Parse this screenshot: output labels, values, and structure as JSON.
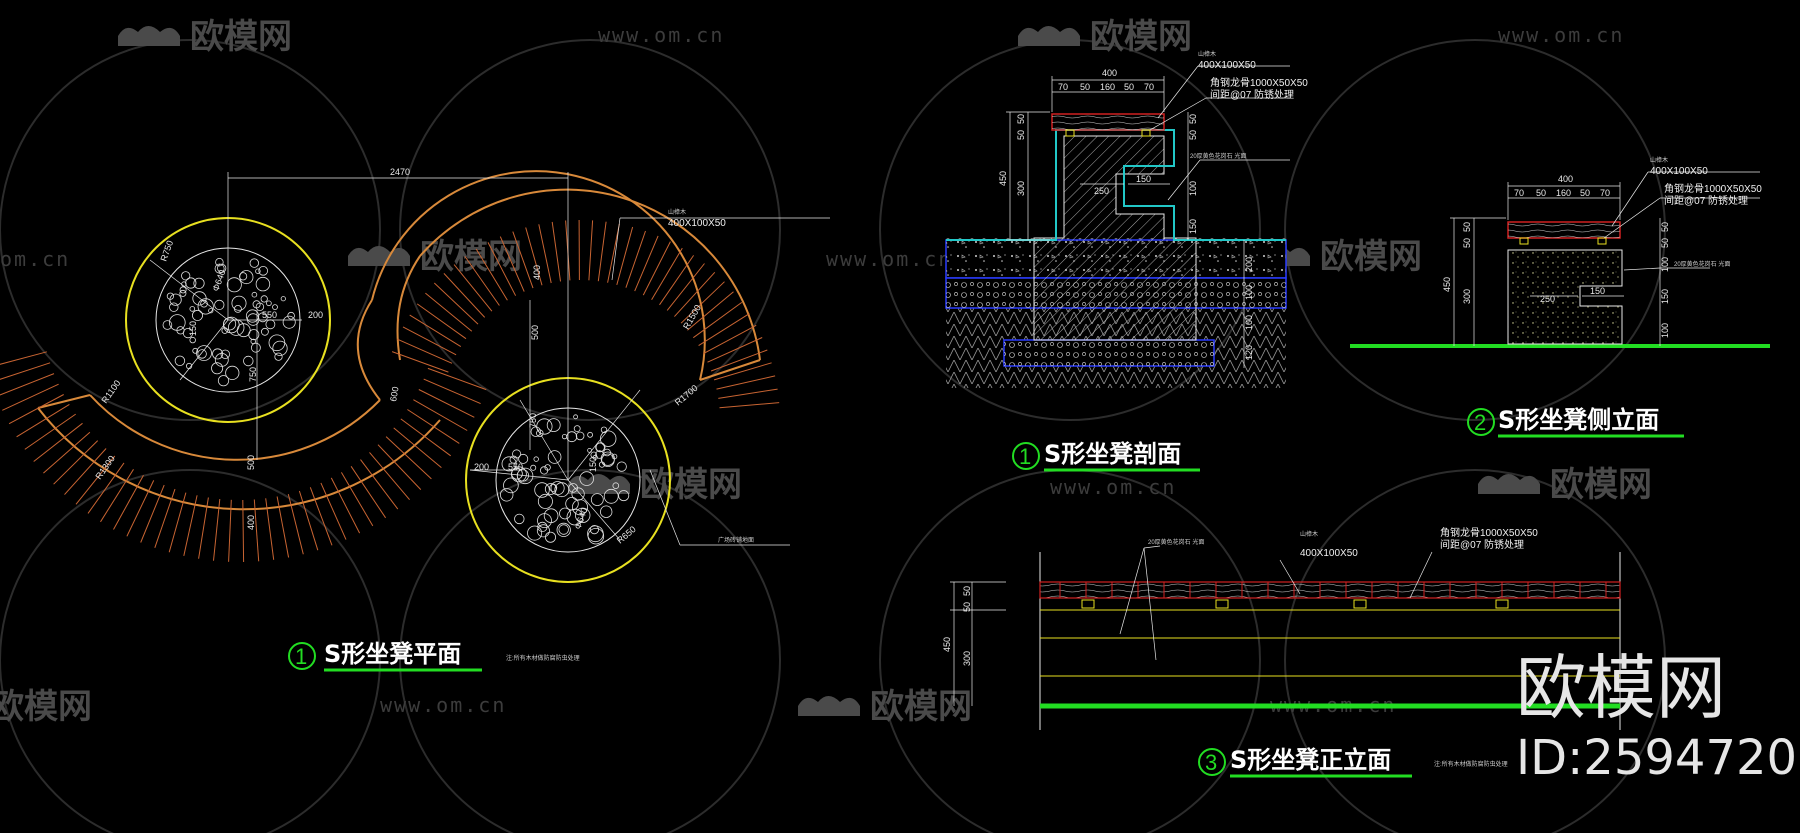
{
  "watermark": {
    "brand": "欧模网",
    "url": "www.om.cn",
    "url_fragment": "om.cn",
    "big_brand": "欧模网",
    "big_id": "ID:2594720"
  },
  "views": {
    "plan": {
      "number": "1",
      "title": "S形坐凳平面",
      "note": "注:所有木材做防腐防虫处理",
      "dims": {
        "overall": "2470",
        "spacing_550_a": "550",
        "spacing_200_a": "200",
        "spacing_150_a": "150",
        "spacing_550_b": "550",
        "spacing_200_b": "200",
        "spacing_150_b": "150",
        "v_500": "500",
        "v_500_b": "500",
        "v_400": "400",
        "v_400_b": "400",
        "v_600": "600",
        "r1300": "R1300",
        "r1100": "R1100",
        "r1700": "R1700",
        "r1500": "R1500",
        "d640_a": "Φ640",
        "d640_b": "Φ640",
        "r750": "R750",
        "r650": "R650",
        "d750": "750",
        "d750_b": "750"
      },
      "labels": {
        "wood": "山樟木",
        "wood_size": "400X100X50",
        "planter": "广场砖铺地面"
      }
    },
    "section": {
      "number": "1",
      "title": "S形坐凳剖面",
      "dims": {
        "top_400": "400",
        "t70a": "70",
        "t50a": "50",
        "t160": "160",
        "t50b": "50",
        "t70b": "70",
        "l50a": "50",
        "l50b": "50",
        "l450": "450",
        "l300": "300",
        "r50a": "50",
        "r50b": "50",
        "r150": "150",
        "r100": "100",
        "w250": "250",
        "w150": "150",
        "r200": "200",
        "r100b": "100",
        "r100c": "100",
        "r120": "120"
      },
      "labels": {
        "wood": "山樟木",
        "wood_size": "400X100X50",
        "steel": "角钢龙骨1000X50X50",
        "steel_note": "间距@07 防锈处理",
        "finish": "20厚黄色花岗石 光面"
      }
    },
    "side": {
      "number": "2",
      "title": "S形坐凳侧立面",
      "dims": {
        "top_400": "400",
        "t70a": "70",
        "t50a": "50",
        "t160": "160",
        "t50b": "50",
        "t70b": "70",
        "l50a": "50",
        "l50b": "50",
        "l450": "450",
        "l300": "300",
        "r50a": "50",
        "r50b": "50",
        "r100": "100",
        "r150": "150",
        "r100b": "100",
        "w250": "250",
        "w150": "150"
      },
      "labels": {
        "wood": "山樟木",
        "wood_size": "400X100X50",
        "steel": "角钢龙骨1000X50X50",
        "steel_note": "间距@07 防锈处理",
        "finish": "20厚黄色花岗石 光面"
      }
    },
    "front": {
      "number": "3",
      "title": "S形坐凳正立面",
      "note": "注:所有木材做防腐防虫处理",
      "dims": {
        "l50a": "50",
        "l50b": "50",
        "l450": "450",
        "l300": "300"
      },
      "labels": {
        "finish": "20厚黄色花岗石 光面",
        "wood": "山樟木",
        "wood_size": "400X100X50",
        "steel": "角钢龙骨1000X50X50",
        "steel_note": "间距@07 防锈处理"
      }
    }
  },
  "colors": {
    "background": "#000000",
    "yellow": "#e8e020",
    "orange": "#d8893a",
    "blue": "#2a3cff",
    "cyan": "#22c8c8",
    "green": "#22dd22",
    "red": "#d02020",
    "white": "#e8e8e8",
    "watermark": "#4a4a4a"
  }
}
